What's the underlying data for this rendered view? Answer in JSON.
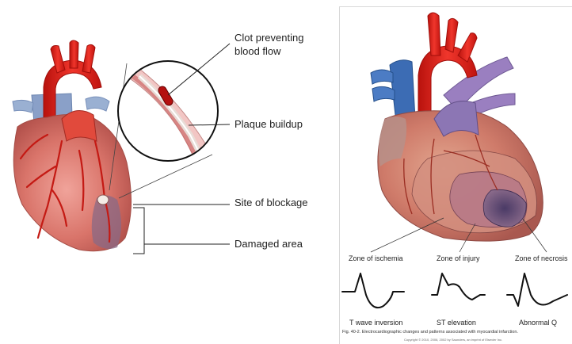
{
  "left_diagram": {
    "labels": {
      "clot_line1": "Clot preventing",
      "clot_line2": "blood flow",
      "plaque": "Plaque buildup",
      "blockage": "Site of blockage",
      "damaged": "Damaged area"
    }
  },
  "right_diagram": {
    "zones": {
      "ischemia": "Zone of ischemia",
      "injury": "Zone of injury",
      "necrosis": "Zone of necrosis"
    },
    "ecg_labels": {
      "t_wave": "T wave inversion",
      "st": "ST elevation",
      "q": "Abnormal Q"
    },
    "caption": "Fig. 40-2. Electrocardiographic changes and patterns associated with myocardial infarction.",
    "copyright": "Copyright © 2010, 2006, 2002 by Saunders, an imprint of Elsevier Inc."
  },
  "colors": {
    "heart_muscle": "#d9746a",
    "aorta": "#e0241c",
    "vena_cava": "#8da2c6",
    "pulmonary": "#9a7fc0",
    "artery": "#c41a14",
    "ischemia": "#c98078",
    "necrosis": "#5d4a78"
  }
}
